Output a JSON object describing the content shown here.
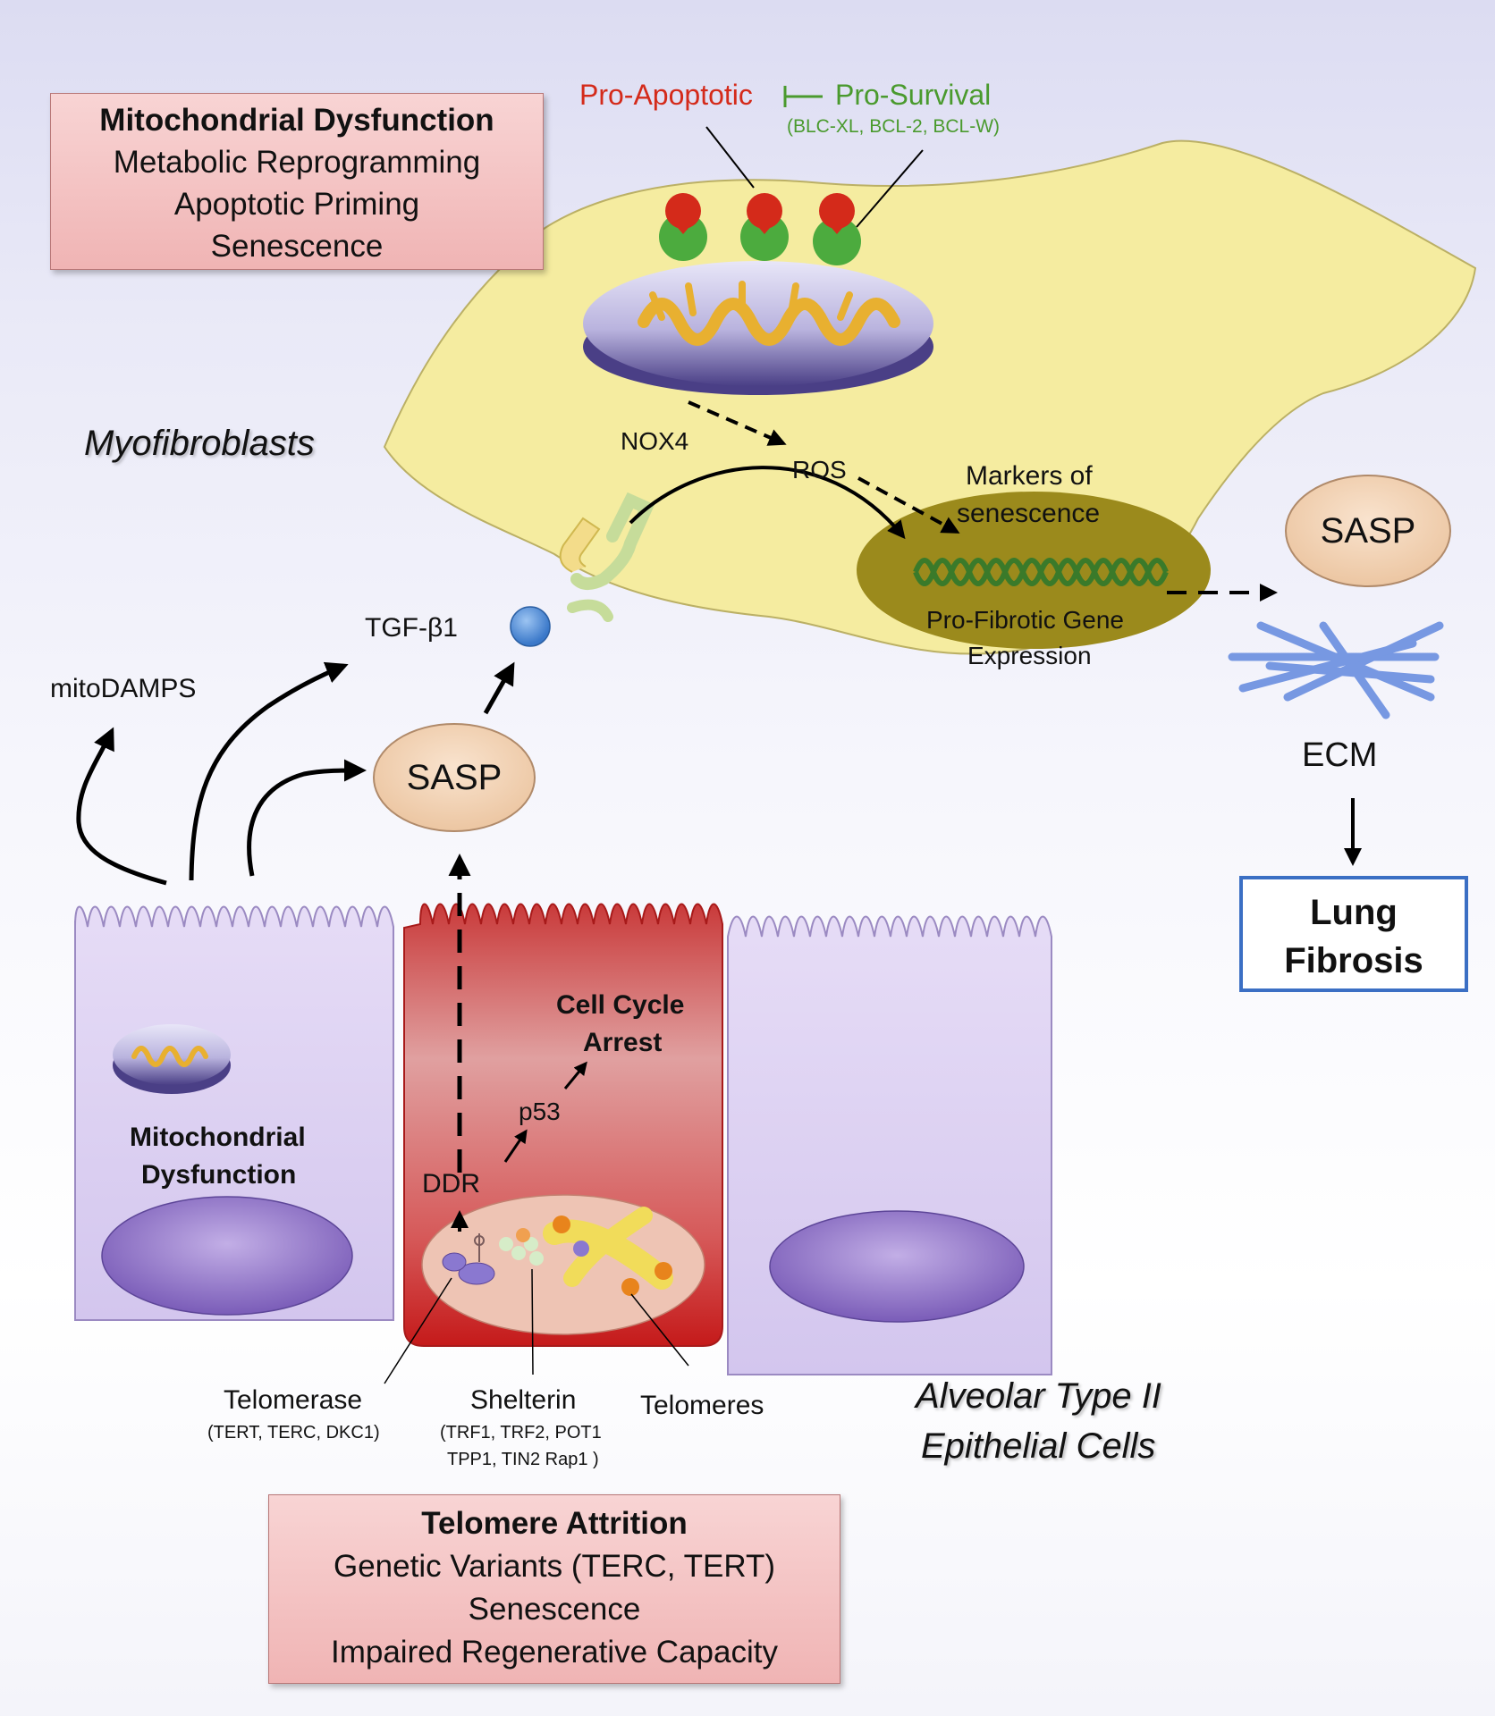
{
  "colors": {
    "myofibroblast_fill": "#f5eca0",
    "epithelial_fill": "#ddd2f0",
    "senescent_cell_fill": "#c92a2a",
    "pro_apoptotic": "#d42a1a",
    "pro_survival": "#4a9a2e",
    "sasp_fill": "#f3d2b4",
    "ecm_fibers": "#6a8fe0",
    "lung_fibrosis_border": "#3b6fc4",
    "info_box_fill": "#f2bcbc"
  },
  "mito_box": {
    "title": "Mitochondrial Dysfunction",
    "lines": [
      "Metabolic Reprogramming",
      "Apoptotic Priming",
      "Senescence"
    ]
  },
  "telomere_box": {
    "title": "Telomere Attrition",
    "lines": [
      "Genetic Variants (TERC, TERT)",
      "Senescence",
      "Impaired Regenerative Capacity"
    ]
  },
  "bcl": {
    "pro_apoptotic": "Pro-Apoptotic",
    "pro_survival": "Pro-Survival",
    "members": "(BLC-XL, BCL-2, BCL-W)"
  },
  "labels": {
    "myofibroblasts": "Myofibroblasts",
    "nox4": "NOX4",
    "ros": "ROS",
    "markers_line1": "Markers of",
    "markers_line2": "senescence",
    "profibrotic_line1": "Pro-Fibrotic Gene",
    "profibrotic_line2": "Expression",
    "tgf": "TGF-β1",
    "mitodamps": "mitoDAMPS",
    "sasp_center": "SASP",
    "sasp_right": "SASP",
    "ecm": "ECM",
    "lung_line1": "Lung",
    "lung_line2": "Fibrosis",
    "cell_cycle_line1": "Cell Cycle",
    "cell_cycle_line2": "Arrest",
    "p53": "p53",
    "ddr": "DDR",
    "mito_cell_line1": "Mitochondrial",
    "mito_cell_line2": "Dysfunction",
    "telomerase": "Telomerase",
    "telomerase_sub": "(TERT, TERC, DKC1)",
    "shelterin": "Shelterin",
    "shelterin_sub1": "(TRF1, TRF2, POT1",
    "shelterin_sub2": "TPP1, TIN2 Rap1 )",
    "telomeres": "Telomeres",
    "at2_line1": "Alveolar Type II",
    "at2_line2": "Epithelial Cells"
  }
}
